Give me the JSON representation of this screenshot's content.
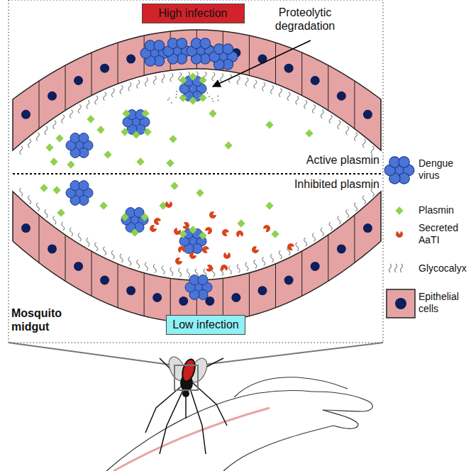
{
  "diagram": {
    "nodes": [
      {
        "text": [
          "High infection"
        ]
      },
      {
        "text": [
          "Low infection"
        ]
      }
    ],
    "edges": [],
    "labels": [
      "Proteolytic degradation",
      "Active plasmin",
      "Inhibited plasmin",
      "Mosquito midgut"
    ],
    "legend": [
      {
        "text": "Dengue virus"
      },
      {
        "text": "Plasmin"
      },
      {
        "text": "Secreted AaTI"
      },
      {
        "text": "Glycocalyx"
      },
      {
        "text": "Epithelial cells"
      }
    ]
  }
}
